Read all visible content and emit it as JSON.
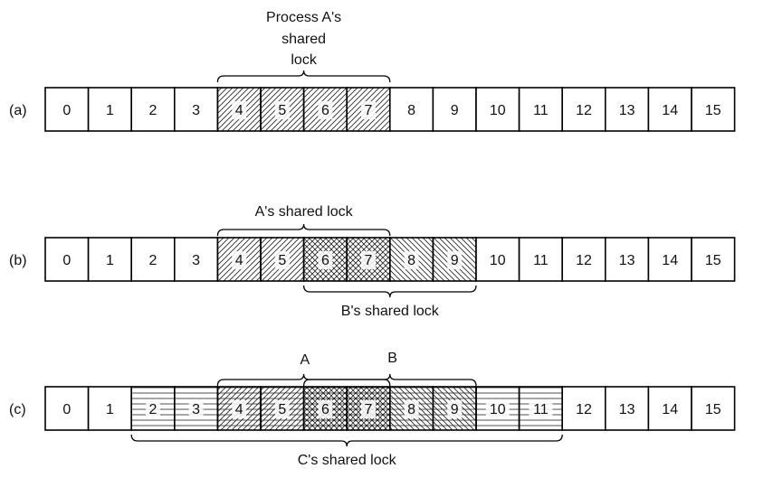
{
  "rows": [
    {
      "id": "a",
      "label": "(a)",
      "cells": [
        {
          "text": "0",
          "fill": "none"
        },
        {
          "text": "1",
          "fill": "none"
        },
        {
          "text": "2",
          "fill": "none"
        },
        {
          "text": "3",
          "fill": "none"
        },
        {
          "text": "4",
          "fill": "diag-right"
        },
        {
          "text": "5",
          "fill": "diag-right"
        },
        {
          "text": "6",
          "fill": "diag-right"
        },
        {
          "text": "7",
          "fill": "diag-right"
        },
        {
          "text": "8",
          "fill": "none"
        },
        {
          "text": "9",
          "fill": "none"
        },
        {
          "text": "10",
          "fill": "none"
        },
        {
          "text": "11",
          "fill": "none"
        },
        {
          "text": "12",
          "fill": "none"
        },
        {
          "text": "13",
          "fill": "none"
        },
        {
          "text": "14",
          "fill": "none"
        },
        {
          "text": "15",
          "fill": "none"
        }
      ]
    },
    {
      "id": "b",
      "label": "(b)",
      "cells": [
        {
          "text": "0",
          "fill": "none"
        },
        {
          "text": "1",
          "fill": "none"
        },
        {
          "text": "2",
          "fill": "none"
        },
        {
          "text": "3",
          "fill": "none"
        },
        {
          "text": "4",
          "fill": "diag-right"
        },
        {
          "text": "5",
          "fill": "diag-right"
        },
        {
          "text": "6",
          "fill": "cross"
        },
        {
          "text": "7",
          "fill": "cross"
        },
        {
          "text": "8",
          "fill": "diag-left"
        },
        {
          "text": "9",
          "fill": "diag-left"
        },
        {
          "text": "10",
          "fill": "none"
        },
        {
          "text": "11",
          "fill": "none"
        },
        {
          "text": "12",
          "fill": "none"
        },
        {
          "text": "13",
          "fill": "none"
        },
        {
          "text": "14",
          "fill": "none"
        },
        {
          "text": "15",
          "fill": "none"
        }
      ]
    },
    {
      "id": "c",
      "label": "(c)",
      "cells": [
        {
          "text": "0",
          "fill": "none"
        },
        {
          "text": "1",
          "fill": "none"
        },
        {
          "text": "2",
          "fill": "horiz"
        },
        {
          "text": "3",
          "fill": "horiz"
        },
        {
          "text": "4",
          "fill": "diag-right-horiz"
        },
        {
          "text": "5",
          "fill": "diag-right-horiz"
        },
        {
          "text": "6",
          "fill": "cross-horiz"
        },
        {
          "text": "7",
          "fill": "cross-horiz"
        },
        {
          "text": "8",
          "fill": "diag-left-horiz"
        },
        {
          "text": "9",
          "fill": "diag-left-horiz"
        },
        {
          "text": "10",
          "fill": "horiz"
        },
        {
          "text": "11",
          "fill": "horiz"
        },
        {
          "text": "12",
          "fill": "none"
        },
        {
          "text": "13",
          "fill": "none"
        },
        {
          "text": "14",
          "fill": "none"
        },
        {
          "text": "15",
          "fill": "none"
        }
      ]
    }
  ],
  "locks": [
    {
      "id": "a-process-a",
      "row": "a",
      "owner": "A",
      "text_lines": [
        "Process A's",
        "shared",
        "lock"
      ],
      "start": 4,
      "end": 7,
      "side": "above"
    },
    {
      "id": "b-a",
      "row": "b",
      "owner": "A",
      "text_lines": [
        "A's shared lock"
      ],
      "start": 4,
      "end": 7,
      "side": "above"
    },
    {
      "id": "b-b",
      "row": "b",
      "owner": "B",
      "text_lines": [
        "B's shared lock"
      ],
      "start": 6,
      "end": 9,
      "side": "below"
    },
    {
      "id": "c-a",
      "row": "c",
      "owner": "A",
      "text_lines": [
        "A"
      ],
      "start": 4,
      "end": 7,
      "side": "above"
    },
    {
      "id": "c-b",
      "row": "c",
      "owner": "B",
      "text_lines": [
        "B"
      ],
      "start": 6,
      "end": 9,
      "side": "above"
    },
    {
      "id": "c-c",
      "row": "c",
      "owner": "C",
      "text_lines": [
        "C's shared lock"
      ],
      "start": 2,
      "end": 11,
      "side": "below"
    }
  ]
}
